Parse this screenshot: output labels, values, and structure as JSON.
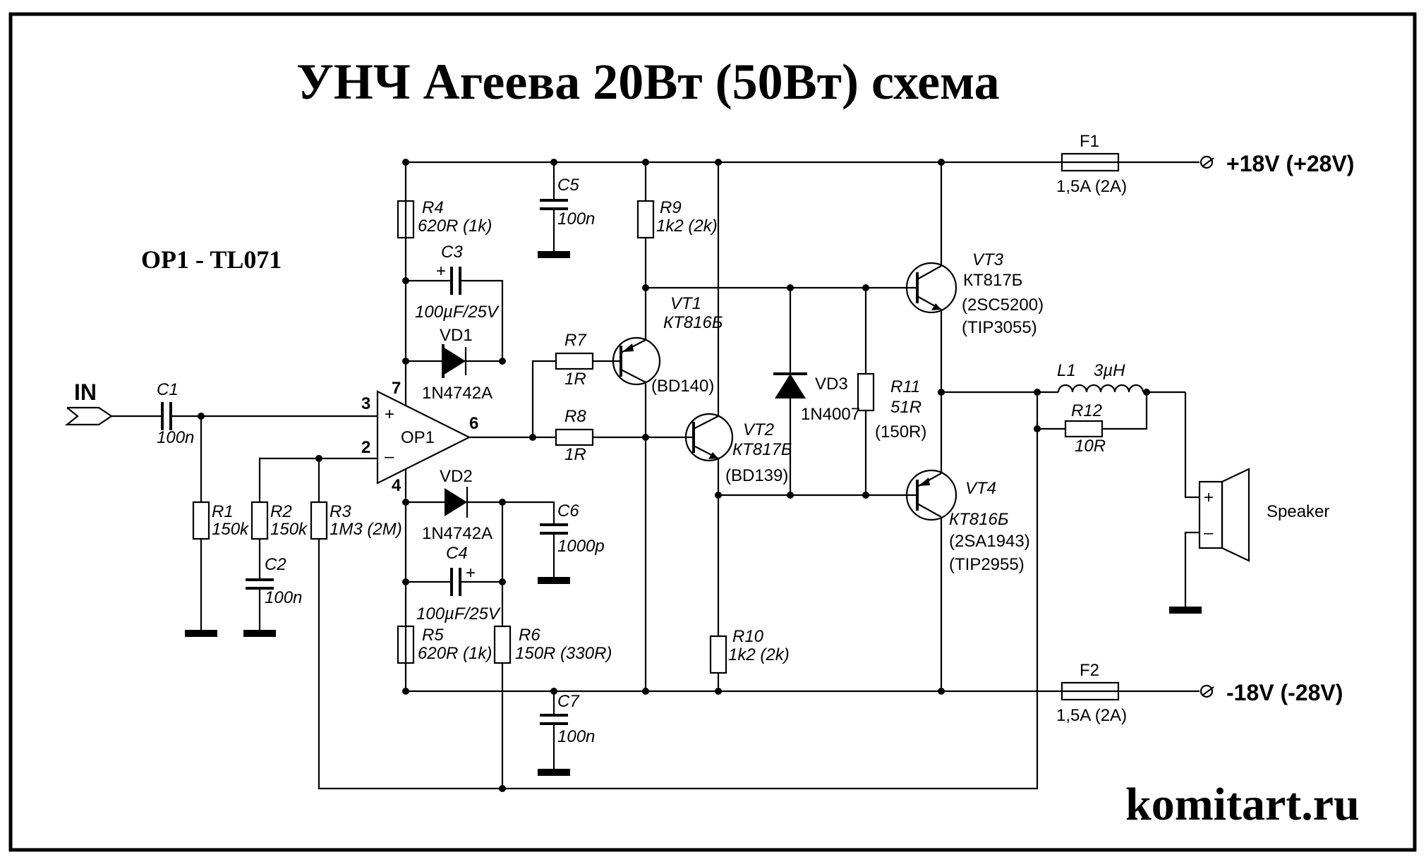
{
  "title": "УНЧ  Агеева  20Вт (50Вт) схема",
  "subtitle": "OP1 - TL071",
  "website": "komitart.ru",
  "input_label": "IN",
  "supply_pos": "+18V (+28V)",
  "supply_neg": "-18V (-28V)",
  "speaker_label": "Speaker",
  "opamp": {
    "name": "OP1",
    "pin3": "3",
    "pin2": "2",
    "pin7": "7",
    "pin4": "4",
    "pin6": "6",
    "plus": "+",
    "minus": "–"
  },
  "components": {
    "C1": {
      "ref": "C1",
      "value": "100n"
    },
    "R1": {
      "ref": "R1",
      "value": "150k"
    },
    "R2": {
      "ref": "R2",
      "value": "150k"
    },
    "C2": {
      "ref": "C2",
      "value": "100n"
    },
    "R3": {
      "ref": "R3",
      "value": "1M3 (2M)"
    },
    "R4": {
      "ref": "R4",
      "value": "620R (1k)"
    },
    "C3": {
      "ref": "C3",
      "value": "100µF/25V",
      "polarity": "+"
    },
    "VD1": {
      "ref": "VD1",
      "value": "1N4742A"
    },
    "VD2": {
      "ref": "VD2",
      "value": "1N4742A"
    },
    "C4": {
      "ref": "C4",
      "value": "100µF/25V",
      "polarity": "+"
    },
    "R5": {
      "ref": "R5",
      "value": "620R (1k)"
    },
    "R6": {
      "ref": "R6",
      "value": "150R (330R)"
    },
    "C5": {
      "ref": "C5",
      "value": "100n"
    },
    "C6": {
      "ref": "C6",
      "value": "1000p"
    },
    "C7": {
      "ref": "C7",
      "value": "100n"
    },
    "R7": {
      "ref": "R7",
      "value": "1R"
    },
    "R8": {
      "ref": "R8",
      "value": "1R"
    },
    "R9": {
      "ref": "R9",
      "value": "1k2 (2k)"
    },
    "R10": {
      "ref": "R10",
      "value": "1k2 (2k)"
    },
    "VT1": {
      "ref": "VT1",
      "value": "КТ816Б",
      "alt": "(BD140)"
    },
    "VT2": {
      "ref": "VT2",
      "value": "КТ817Б",
      "alt": "(BD139)"
    },
    "VD3": {
      "ref": "VD3",
      "value": "1N4007"
    },
    "R11": {
      "ref": "R11",
      "value": "51R",
      "alt": "(150R)"
    },
    "VT3": {
      "ref": "VT3",
      "value": "КТ817Б",
      "alt1": "(2SC5200)",
      "alt2": "(TIP3055)"
    },
    "VT4": {
      "ref": "VT4",
      "value": "КТ816Б",
      "alt1": "(2SA1943)",
      "alt2": "(TIP2955)"
    },
    "F1": {
      "ref": "F1",
      "value": "1,5A (2A)"
    },
    "F2": {
      "ref": "F2",
      "value": "1,5A (2A)"
    },
    "L1": {
      "ref": "L1",
      "value": "3µH"
    },
    "R12": {
      "ref": "R12",
      "value": "10R"
    }
  },
  "speaker_terms": {
    "plus": "+",
    "minus": "–"
  }
}
